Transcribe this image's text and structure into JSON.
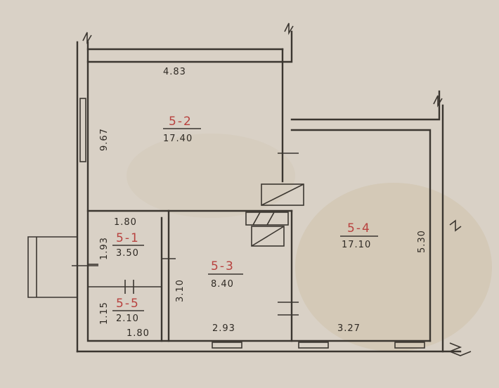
{
  "plan": {
    "outer_dims": {
      "top_width": "4.83",
      "left_height": "9.67",
      "right_height": "5.30",
      "bottom_left": "1.80",
      "bottom_mid": "2.93",
      "bottom_right": "3.27"
    },
    "rooms": [
      {
        "id": "5-2",
        "area": "17.40"
      },
      {
        "id": "5-1",
        "area": "3.50"
      },
      {
        "id": "5-5",
        "area": "2.10"
      },
      {
        "id": "5-3",
        "area": "8.40"
      },
      {
        "id": "5-4",
        "area": "17.10"
      }
    ],
    "inner_dims": {
      "r51_width": "1.80",
      "r51_height": "1.93",
      "r55_height": "1.15",
      "r53_height": "3.10"
    }
  },
  "colors": {
    "paper": "#d9d1c6",
    "ink": "#3b3630",
    "room_id": "#b8423f"
  }
}
